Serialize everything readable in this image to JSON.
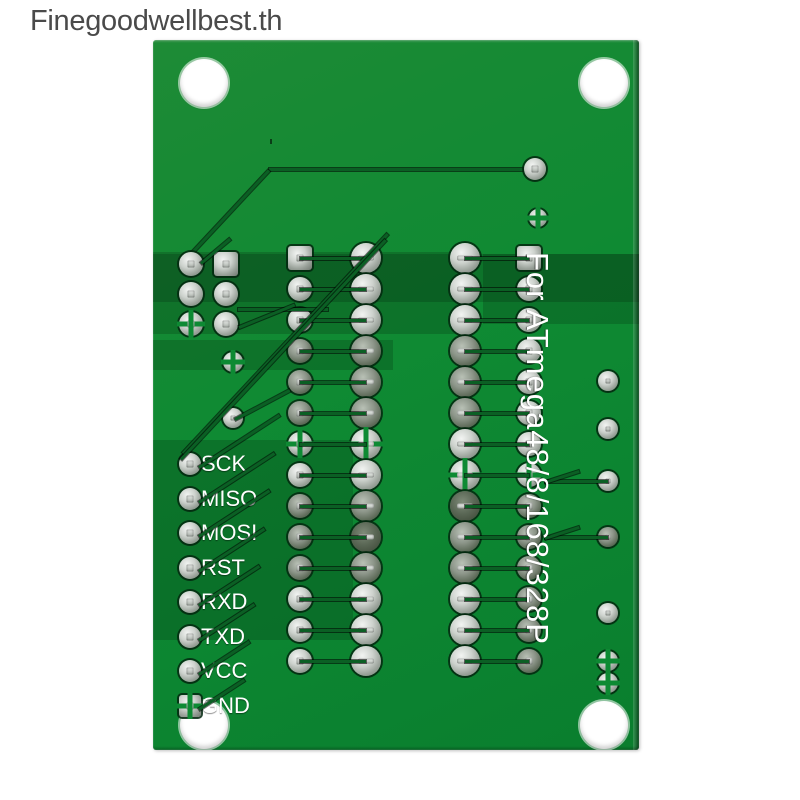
{
  "watermark": {
    "text": "Finegoodwellbest.th",
    "color": "#4a4a4a"
  },
  "board": {
    "silkscreen_main": "For ATmega48/8/168/328P",
    "solder_mask_color": "#0f8a33",
    "pad_color": "#c9cec9",
    "silkscreen_color": "#ffffff",
    "mounting_holes": 4,
    "dip_socket_pins_per_side": 14,
    "header_pins_per_side": 14
  },
  "pin_labels": {
    "left_header": [
      {
        "name": "SCK",
        "label": "SCK"
      },
      {
        "name": "MISO",
        "label": "MISO"
      },
      {
        "name": "MOSI",
        "label": "MOSI"
      },
      {
        "name": "RST",
        "label": "RST"
      },
      {
        "name": "RXD",
        "label": "RXD"
      },
      {
        "name": "TXD",
        "label": "TXD"
      },
      {
        "name": "VCC",
        "label": "VCC"
      },
      {
        "name": "GND",
        "label": "GND"
      }
    ]
  }
}
